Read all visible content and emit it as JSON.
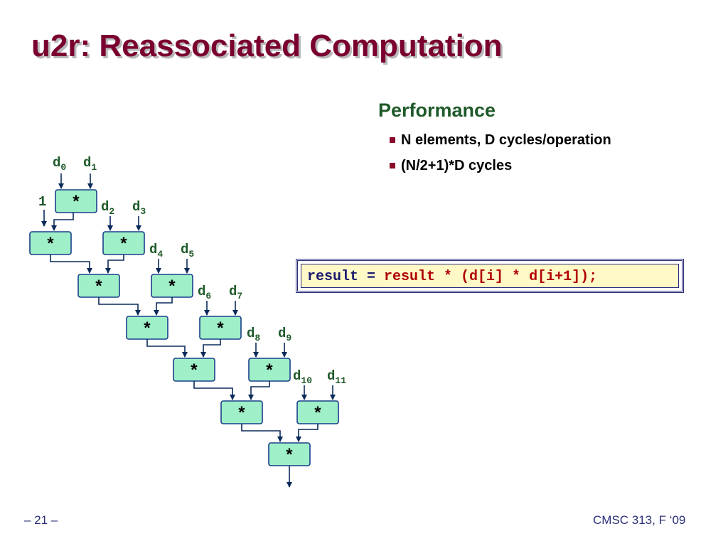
{
  "slide": {
    "title": "u2r: Reassociated Computation",
    "footer_left": "– 21 –",
    "footer_right": "CMSC 313, F ‘09"
  },
  "performance": {
    "heading": "Performance",
    "bullets": [
      "N elements, D cycles/operation",
      "(N/2+1)*D cycles"
    ]
  },
  "code": {
    "lhs": "result = ",
    "rhs": "result * (d[i] * d[i+1]);"
  },
  "diagram": {
    "operator_symbol": "*",
    "initial_value": "1",
    "input_var": "d",
    "input_subscripts": [
      "0",
      "1",
      "2",
      "3",
      "4",
      "5",
      "6",
      "7",
      "8",
      "9",
      "10",
      "11"
    ],
    "colors": {
      "node_fill": "#9ff0c8",
      "node_border": "#1a3f8a",
      "wire": "#0a2a5a",
      "label": "#1f5a2a"
    }
  }
}
